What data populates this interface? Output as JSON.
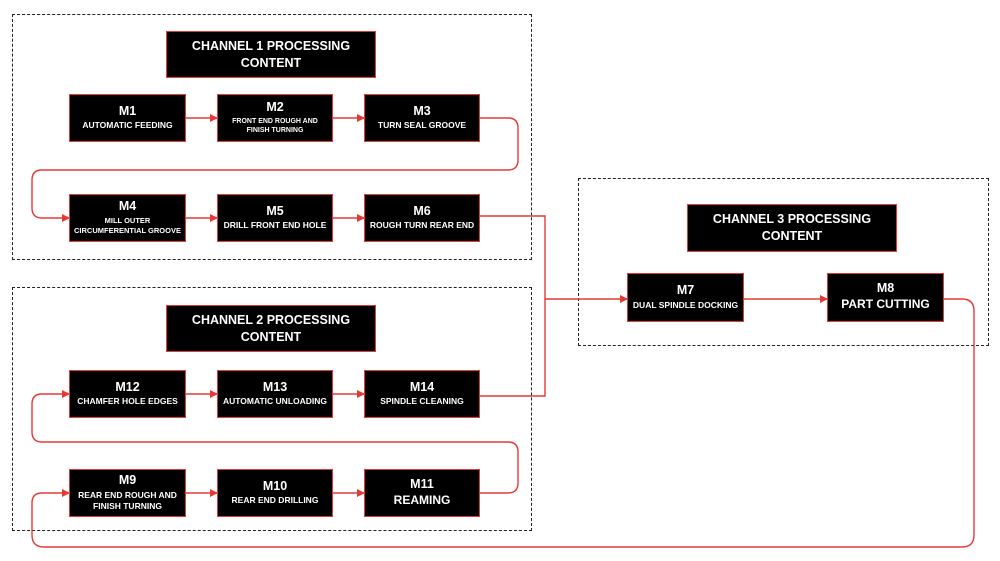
{
  "colors": {
    "accent": "#e53935",
    "node_fill": "#000000",
    "node_text": "#ffffff",
    "group_border": "#222222"
  },
  "channels": {
    "c1": {
      "title": "CHANNEL 1 PROCESSING\nCONTENT"
    },
    "c2": {
      "title": "CHANNEL 2 PROCESSING\nCONTENT"
    },
    "c3": {
      "title": "CHANNEL 3 PROCESSING\nCONTENT"
    }
  },
  "nodes": {
    "m1": {
      "code": "M1",
      "label": "AUTOMATIC FEEDING"
    },
    "m2": {
      "code": "M2",
      "label": "FRONT END ROUGH AND\nFINISH TURNING"
    },
    "m3": {
      "code": "M3",
      "label": "TURN SEAL GROOVE"
    },
    "m4": {
      "code": "M4",
      "label": "MILL OUTER\nCIRCUMFERENTIAL GROOVE"
    },
    "m5": {
      "code": "M5",
      "label": "DRILL FRONT END HOLE"
    },
    "m6": {
      "code": "M6",
      "label": "ROUGH TURN REAR END"
    },
    "m7": {
      "code": "M7",
      "label": "DUAL SPINDLE DOCKING"
    },
    "m8": {
      "code": "M8",
      "label": "PART CUTTING"
    },
    "m9": {
      "code": "M9",
      "label": "REAR END ROUGH AND\nFINISH TURNING"
    },
    "m10": {
      "code": "M10",
      "label": "REAR END DRILLING"
    },
    "m11": {
      "code": "M11",
      "label": "REAMING"
    },
    "m12": {
      "code": "M12",
      "label": "CHAMFER HOLE EDGES"
    },
    "m13": {
      "code": "M13",
      "label": "AUTOMATIC UNLOADING"
    },
    "m14": {
      "code": "M14",
      "label": "SPINDLE CLEANING"
    }
  },
  "flow": [
    "M1",
    "M2",
    "M3",
    "M4",
    "M5",
    "M6",
    "M7",
    "M8",
    "M9",
    "M10",
    "M11",
    "M12",
    "M13",
    "M14"
  ]
}
